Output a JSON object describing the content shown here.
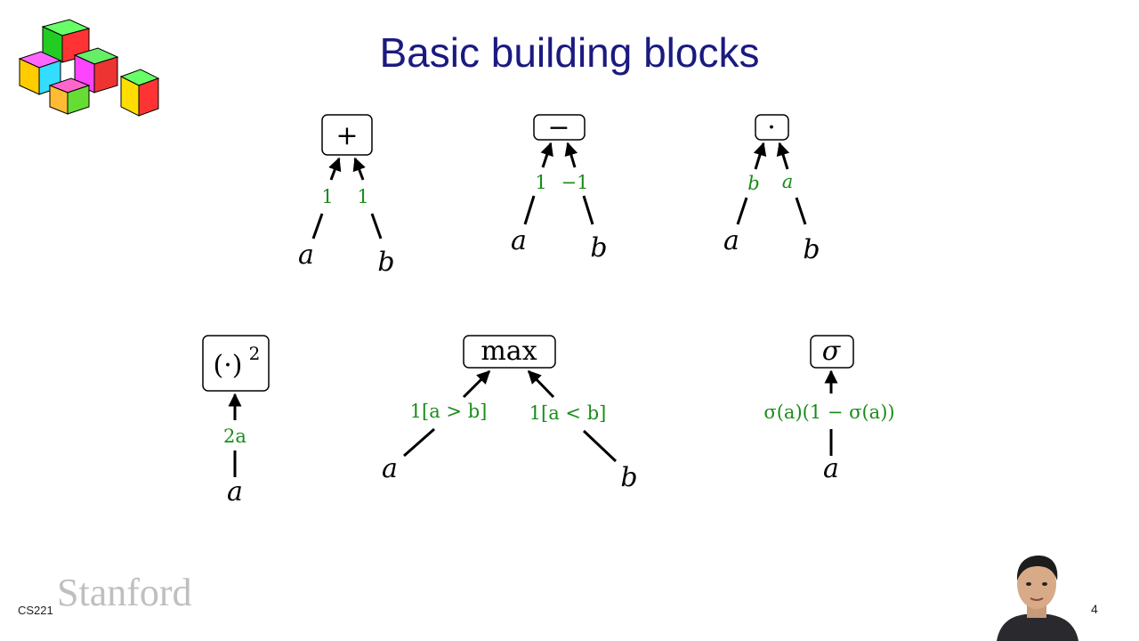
{
  "slide": {
    "title": "Basic building blocks",
    "footer_logo": "Stanford",
    "course": "CS221",
    "page_number": "4"
  },
  "blocks": {
    "add": {
      "op": "+",
      "left_grad": "1",
      "right_grad": "1",
      "left_var": "a",
      "right_var": "b"
    },
    "sub": {
      "op": "−",
      "left_grad": "1",
      "right_grad": "−1",
      "left_var": "a",
      "right_var": "b"
    },
    "mul": {
      "op": "·",
      "left_grad": "b",
      "right_grad": "a",
      "left_var": "a",
      "right_var": "b"
    },
    "square": {
      "op": "(·)",
      "op_sup": "2",
      "grad": "2a",
      "var": "a"
    },
    "max": {
      "op": "max",
      "left_grad": "1[a > b]",
      "right_grad": "1[a < b]",
      "left_var": "a",
      "right_var": "b"
    },
    "sigmoid": {
      "op": "σ",
      "grad": "σ(a)(1 − σ(a))",
      "var": "a"
    }
  },
  "colors": {
    "title": "#1a1a80",
    "gradient": "#1a8c1a"
  }
}
